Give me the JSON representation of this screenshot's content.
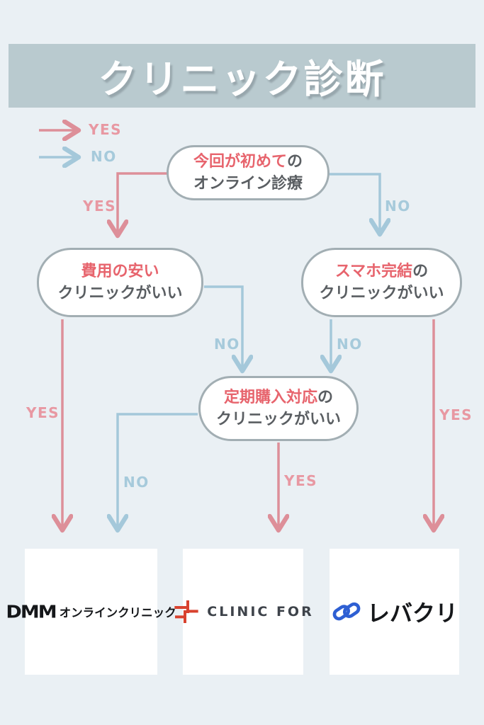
{
  "title": "クリニック診断",
  "legend": {
    "yes_label": "YES",
    "no_label": "NO"
  },
  "nodes": {
    "start": {
      "highlight": "今回が初めて",
      "suffix": "の",
      "line2": "オンライン診療"
    },
    "cheap": {
      "highlight": "費用の安い",
      "suffix": "",
      "line2": "クリニックがいい"
    },
    "mobile": {
      "highlight": "スマホ完結",
      "suffix": "の",
      "line2": "クリニックがいい"
    },
    "subscription": {
      "highlight": "定期購入対応",
      "suffix": "の",
      "line2": "クリニックがいい"
    }
  },
  "edges": {
    "start_yes": "YES",
    "start_no": "NO",
    "cheap_yes": "YES",
    "cheap_no": "NO",
    "mobile_no": "NO",
    "mobile_yes": "YES",
    "subscription_no": "NO",
    "subscription_yes": "YES"
  },
  "results": {
    "dmm": {
      "name": "DMMオンラインクリニック",
      "brand": "DMM",
      "text": "オンラインクリニック"
    },
    "clinicfor": {
      "name": "CLINIC FOR",
      "text": "CLINIC FOR",
      "icon": "cross-icon"
    },
    "levcli": {
      "name": "レバクリ",
      "text": "レバクリ",
      "icon": "link-icon"
    }
  },
  "colors": {
    "page_bg": "#eaf0f4",
    "banner_bg": "#b9cacf",
    "title_text": "#ffffff",
    "node_border": "#a2aeb3",
    "node_text": "#5a5e62",
    "accent_pink": "#e7646d",
    "line_pink": "#dd8f99",
    "label_pink": "#e898a2",
    "line_blue": "#a4c8da",
    "label_blue": "#a6cadb",
    "card_bg": "#ffffff",
    "logo_black": "#15171a",
    "clinicfor_red": "#d8422f",
    "clinicfor_gray": "#3e434a",
    "levcli_blue": "#2e5fd3"
  }
}
